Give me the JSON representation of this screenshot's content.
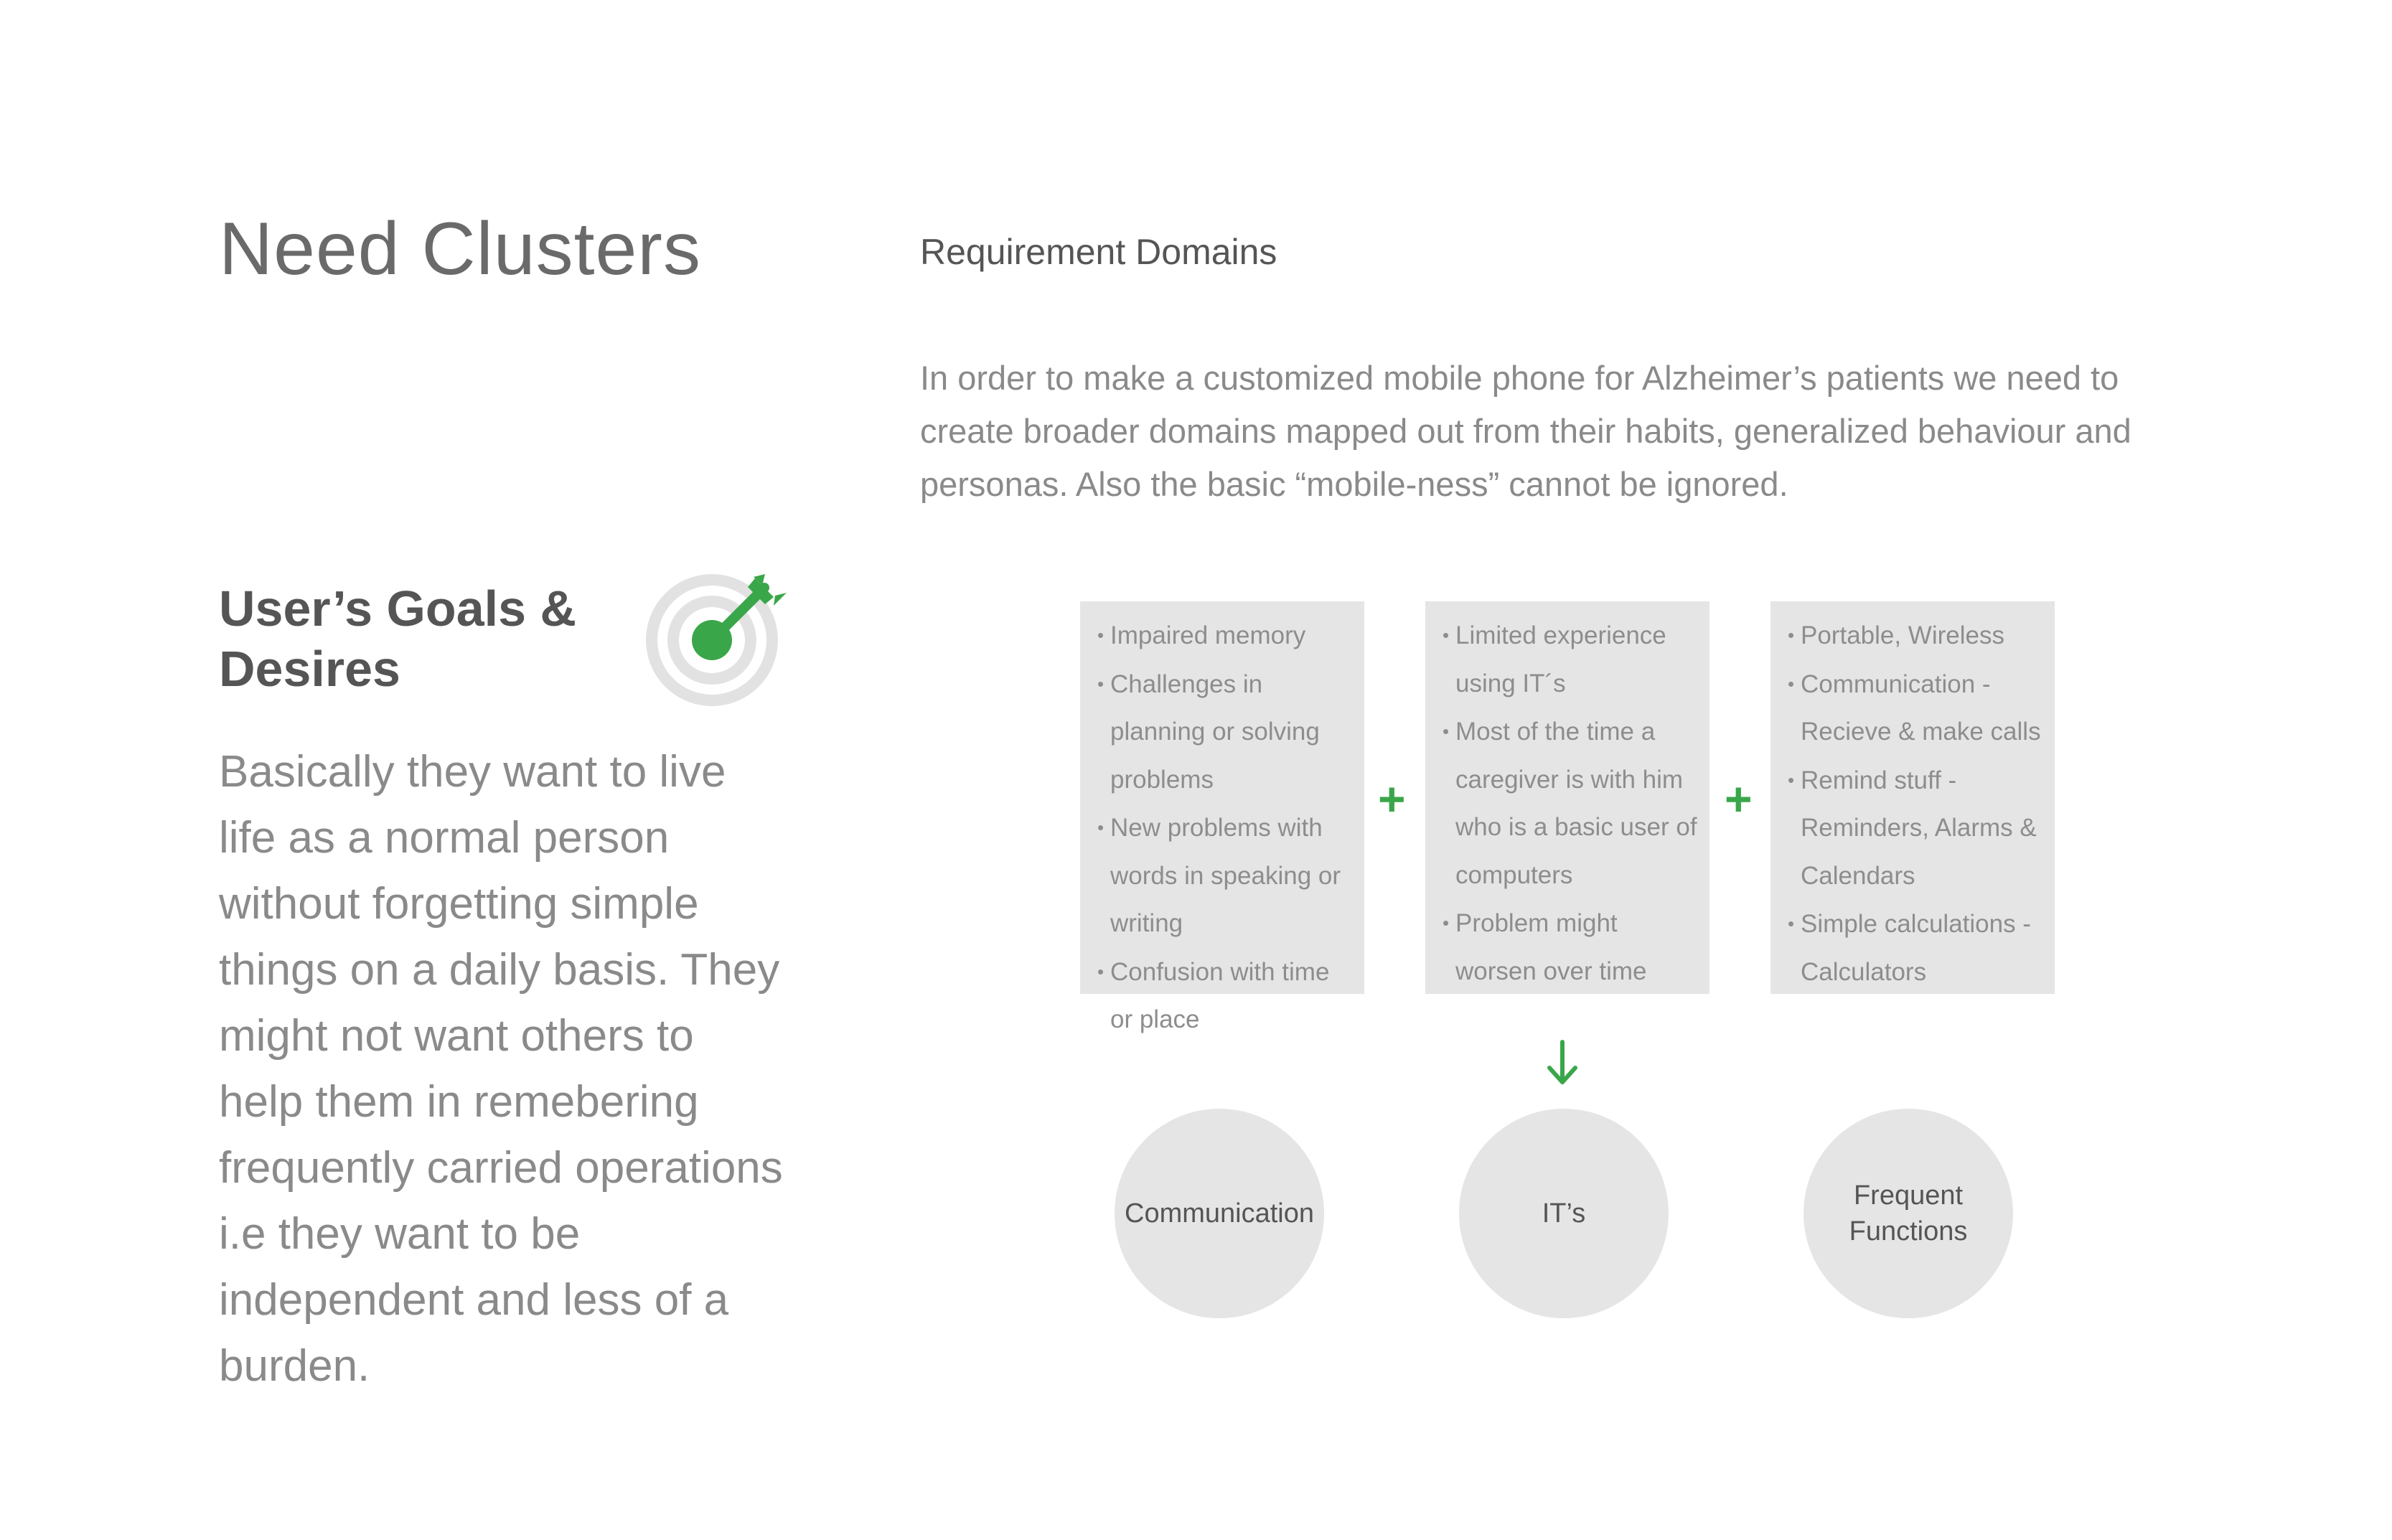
{
  "title": "Need Clusters",
  "requirement_domains": {
    "heading": "Requirement Domains",
    "intro": "In order to make a customized mobile phone for Alzheimer’s patients we need to create broader domains mapped out from their habits, generalized behaviour and personas. Also the basic “mobile-ness” cannot be ignored."
  },
  "goals": {
    "heading": "User’s Goals & Desires",
    "icon": "target-with-dart-icon",
    "body": "Basically they want to live life as a normal person without forgetting simple things on a daily basis. They might not want others to help them in remebering frequently carried operations i.e they want to be independent and less of a burden."
  },
  "accent_color": "#3aa64a",
  "box_color": "#e5e5e5",
  "operators": {
    "plus": "+",
    "arrow": "down-arrow-icon"
  },
  "requirement_boxes": [
    {
      "items": [
        "Impaired memory",
        "Challenges in planning or solving problems",
        "New problems with words in speaking or writing",
        "Confusion with time or place"
      ]
    },
    {
      "items": [
        "Limited experience using IT´s",
        "Most of the time a caregiver is with him who is a basic user of computers",
        "Problem might worsen over time"
      ]
    },
    {
      "items": [
        "Portable, Wireless",
        "Communication  - Recieve & make calls",
        "Remind stuff - Reminders, Alarms & Calendars",
        "Simple calculations - Calculators"
      ]
    }
  ],
  "domains": [
    {
      "label": "Communication"
    },
    {
      "label": "IT’s"
    },
    {
      "label_line1": "Frequent",
      "label_line2": "Functions"
    }
  ]
}
